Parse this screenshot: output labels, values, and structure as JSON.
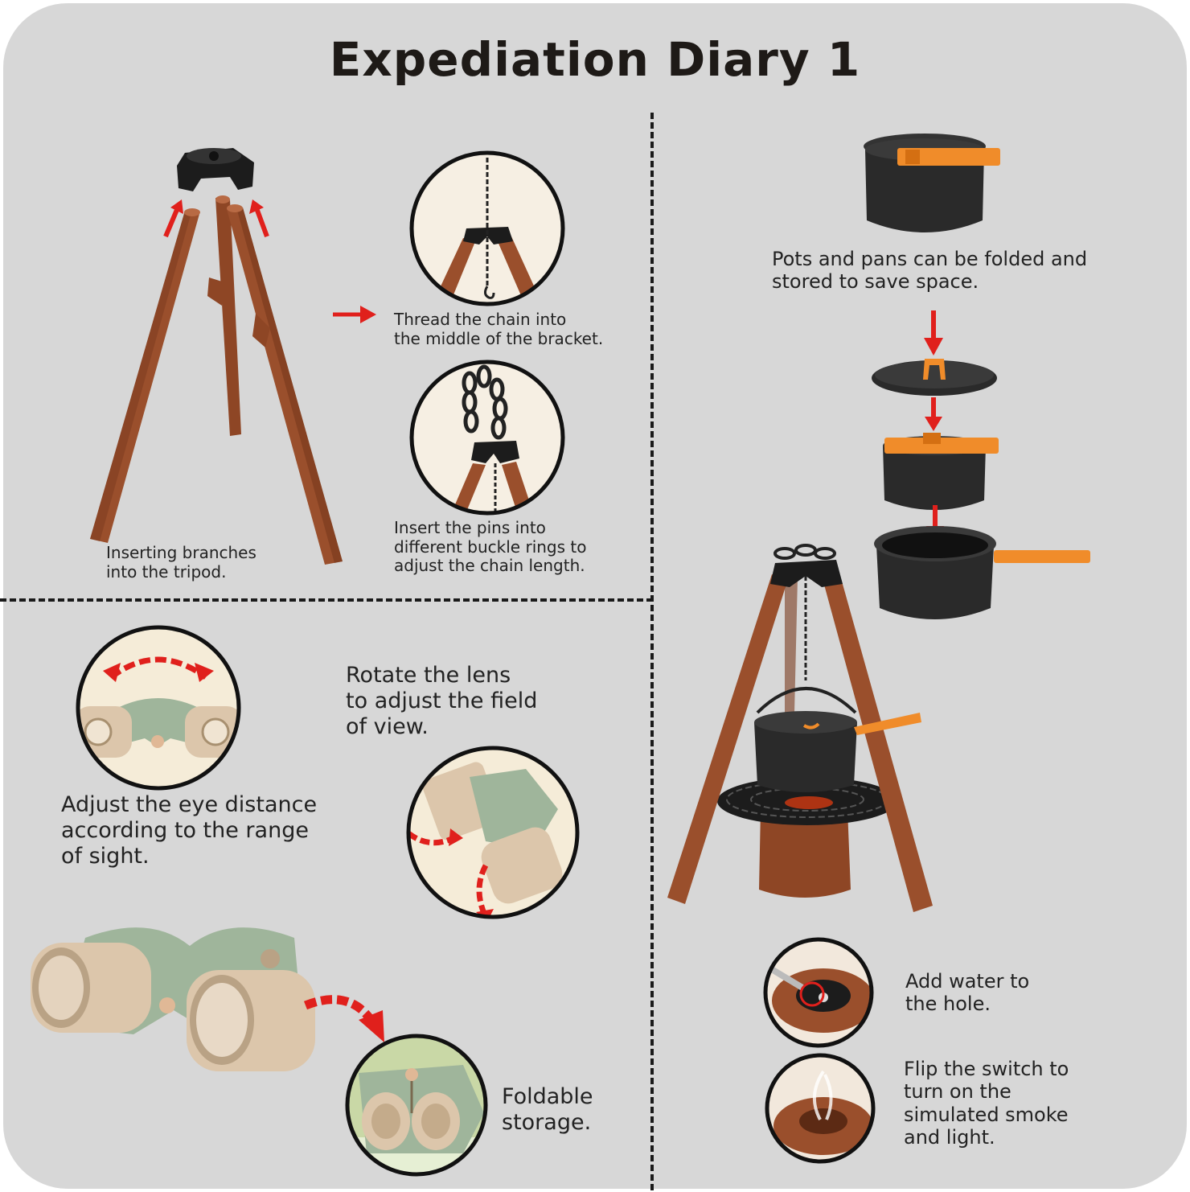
{
  "title": "Expediation Diary 1",
  "captions": {
    "tripod": [
      "Inserting branches",
      " into the tripod."
    ],
    "chain": [
      "Thread the chain into",
      "the middle of the bracket."
    ],
    "pins": [
      "Insert the pins into",
      "different buckle rings to",
      "adjust the chain length."
    ],
    "pots": [
      "Pots and pans can be folded and",
      "stored  to save space."
    ],
    "lens": [
      "Rotate the lens",
      "to adjust the field",
      "of view."
    ],
    "eye": [
      "Adjust the eye distance",
      "according to the range",
      "of sight."
    ],
    "fold": [
      "Foldable",
      "storage."
    ],
    "water": [
      "Add water to",
      "the hole."
    ],
    "switch": [
      "Flip the switch to",
      "turn on the",
      "simulated smoke",
      "and light."
    ]
  },
  "colors": {
    "background": "#d7d7d7",
    "wood": "#9a4f2c",
    "wood_dark": "#6f3318",
    "pot": "#2a2a2a",
    "handle": "#f08c2a",
    "binocular_green": "#9fb59b",
    "binocular_beige": "#dcc6ab",
    "arrow_red": "#e0201c"
  },
  "icons": [
    "red-arrow-icon",
    "chain-icon",
    "tripod-icon",
    "pot-icon",
    "binocular-icon"
  ]
}
